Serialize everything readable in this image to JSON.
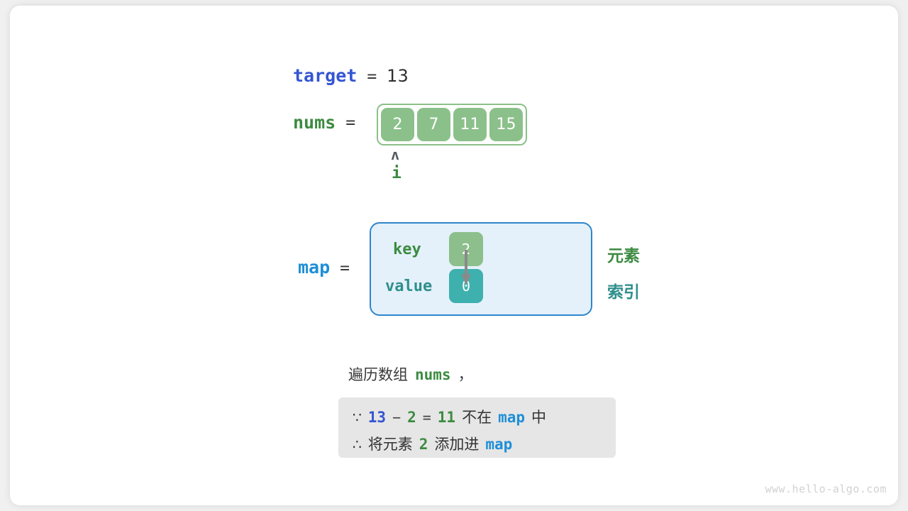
{
  "target": {
    "name": "target",
    "equals": "=",
    "value": "13"
  },
  "nums": {
    "name": "nums",
    "equals": "=",
    "cells": [
      "2",
      "7",
      "11",
      "15"
    ],
    "pointer_caret": "ʌ",
    "pointer_label": "i"
  },
  "map": {
    "name": "map",
    "equals": "=",
    "key_label": "key",
    "value_label": "value",
    "key_cell": "2",
    "value_cell": "0",
    "side_element_label": "元素",
    "side_index_label": "索引"
  },
  "caption": {
    "prefix": "遍历数组",
    "code": "nums",
    "suffix": "，"
  },
  "note": {
    "line1": {
      "symbol": "∵",
      "a": "13",
      "minus": "−",
      "b": "2",
      "eq": "=",
      "c": "11",
      "text1": "不在",
      "code": "map",
      "text2": "中"
    },
    "line2": {
      "symbol": "∴",
      "text1": "将元素",
      "b": "2",
      "text2": "添加进",
      "code": "map"
    }
  },
  "watermark": "www.hello-algo.com",
  "colors": {
    "target_blue": "#3455d1",
    "map_blue": "#1f8fd6",
    "green": "#3c8b41",
    "cell_green": "#8bc08a",
    "teal": "#3eb0ae",
    "teal_text": "#2f8f8c",
    "map_box_bg": "#e4f1fb",
    "map_box_border": "#2f86c9",
    "note_bg": "#e6e6e6"
  }
}
